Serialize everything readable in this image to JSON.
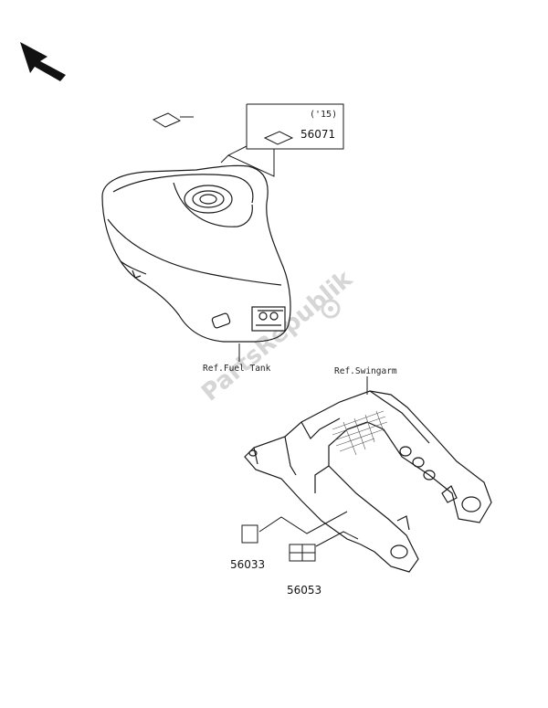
{
  "diagram": {
    "year_label": "('15)",
    "ref_labels": {
      "fuel_tank": "Ref.Fuel Tank",
      "swingarm": "Ref.Swingarm"
    },
    "part_numbers": [
      "56071",
      "56033",
      "56053"
    ],
    "watermark": "PartsRepublik",
    "colors": {
      "line": "#1a1a1a",
      "watermark": "#d6d6d6",
      "mesh": "#555555"
    }
  }
}
